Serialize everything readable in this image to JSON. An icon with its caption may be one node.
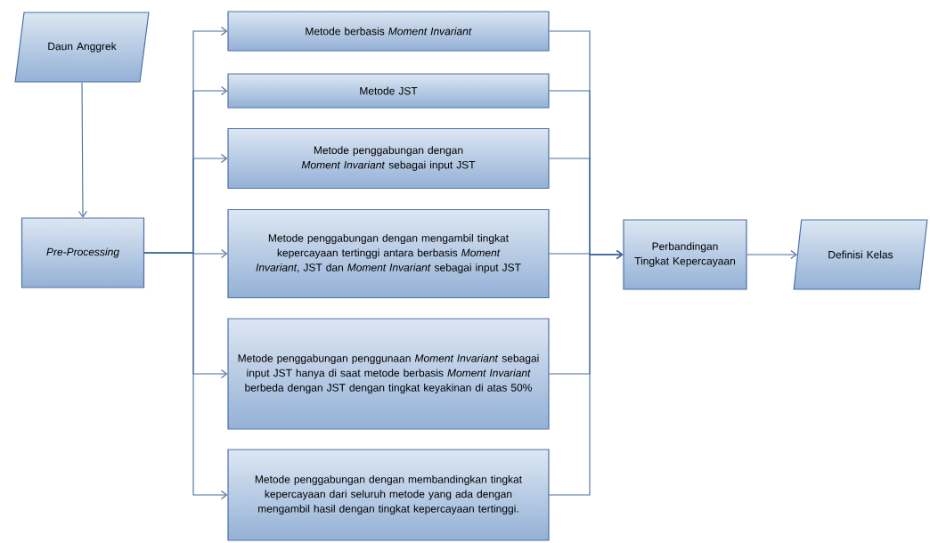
{
  "diagram": {
    "nodes": [
      {
        "text": [
          "Daun Anggrek"
        ]
      },
      {
        "text": [
          "Pre-Processing"
        ]
      },
      {
        "text": [
          "Metode berbasis *Moment Invariant*"
        ]
      },
      {
        "text": [
          "Metode JST"
        ]
      },
      {
        "text": [
          "Metode penggabungan dengan *Moment Invariant* sebagai input JST"
        ]
      },
      {
        "text": [
          "Metode penggabungan dengan mengambil tingkat kepercayaan tertinggi antara berbasis *Moment Invariant*, JST dan *Moment Invariant* sebagai input JST"
        ]
      },
      {
        "text": [
          "Metode penggabungan penggunaan *Moment Invariant* sebagai input JST hanya di saat metode berbasis *Moment Invariant* berbeda dengan JST dengan tingkat keyakinan di atas 50%"
        ]
      },
      {
        "text": [
          "Metode penggabungan dengan membandingkan tingkat kepercayaan dari seluruh metode yang ada dengan mengambil hasil dengan tingkat kepercayaan tertinggi."
        ]
      },
      {
        "text": [
          "Perbandingan Tingkat Kepercayaan"
        ]
      },
      {
        "text": [
          "Definisi Kelas"
        ]
      }
    ],
    "edges": [
      {
        "from": 0,
        "to": 1,
        "arrow": "to"
      },
      {
        "from": 1,
        "to": 2,
        "arrow": "to"
      },
      {
        "from": 1,
        "to": 3,
        "arrow": "to"
      },
      {
        "from": 1,
        "to": 4,
        "arrow": "to"
      },
      {
        "from": 1,
        "to": 5,
        "arrow": "to"
      },
      {
        "from": 1,
        "to": 6,
        "arrow": "to"
      },
      {
        "from": 1,
        "to": 7,
        "arrow": "to"
      },
      {
        "from": 2,
        "to": 8,
        "arrow": "to"
      },
      {
        "from": 3,
        "to": 8,
        "arrow": "to"
      },
      {
        "from": 4,
        "to": 8,
        "arrow": "to"
      },
      {
        "from": 5,
        "to": 8,
        "arrow": "to"
      },
      {
        "from": 6,
        "to": 8,
        "arrow": "to"
      },
      {
        "from": 7,
        "to": 8,
        "arrow": "to"
      },
      {
        "from": 8,
        "to": 9,
        "arrow": "to"
      }
    ]
  }
}
